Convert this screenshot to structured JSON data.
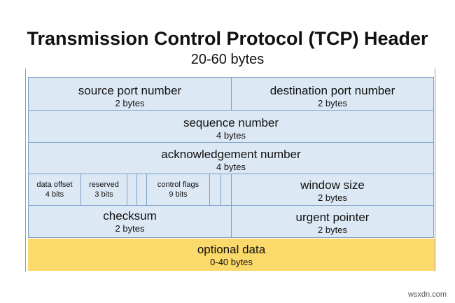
{
  "title": "Transmission Control Protocol (TCP) Header",
  "subtitle": "20-60 bytes",
  "fields": {
    "source_port": {
      "name": "source port number",
      "size": "2 bytes"
    },
    "destination_port": {
      "name": "destination port number",
      "size": "2 bytes"
    },
    "sequence_number": {
      "name": "sequence number",
      "size": "4 bytes"
    },
    "ack_number": {
      "name": "acknowledgement number",
      "size": "4 bytes"
    },
    "data_offset": {
      "name": "data offset",
      "size": "4 bits"
    },
    "reserved": {
      "name": "reserved",
      "size": "3 bits"
    },
    "control_flags": {
      "name": "control flags",
      "size": "9 bits"
    },
    "window_size": {
      "name": "window size",
      "size": "2 bytes"
    },
    "checksum": {
      "name": "checksum",
      "size": "2 bytes"
    },
    "urgent_pointer": {
      "name": "urgent pointer",
      "size": "2 bytes"
    },
    "optional_data": {
      "name": "optional data",
      "size": "0-40 bytes"
    }
  },
  "watermark": "wsxdn.com",
  "colors": {
    "field_fill": "#dce8f4",
    "field_border": "#7aa1c7",
    "optional_fill": "#fbd96a"
  }
}
